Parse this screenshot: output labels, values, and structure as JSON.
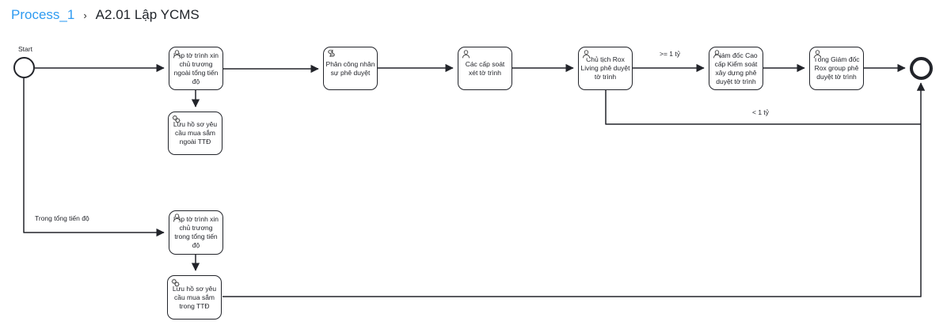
{
  "breadcrumb": {
    "process_link": "Process_1",
    "separator": "›",
    "current": "A2.01 Lập YCMS"
  },
  "diagram": {
    "start_event": {
      "label": "Start"
    },
    "tasks": [
      {
        "id": "lap-to-trinh-ngoai",
        "type": "user",
        "label": "Lập tờ trình xin chủ trương ngoài tổng tiến độ"
      },
      {
        "id": "luu-ho-so-ngoai",
        "type": "service",
        "label": "Lưu hồ sơ yêu cầu mua sắm ngoài TTĐ"
      },
      {
        "id": "phan-cong",
        "type": "script",
        "label": "Phân công nhân sự phê duyệt"
      },
      {
        "id": "cac-cap-soat-xet",
        "type": "user",
        "label": "Các cấp soát xét tờ trình"
      },
      {
        "id": "chu-tich-rox",
        "type": "user",
        "label": "Chủ tịch Rox Living phê duyệt tờ trình"
      },
      {
        "id": "giam-doc-cao-cap",
        "type": "user",
        "label": "Giám đốc Cao cấp Kiểm soát xây dựng phê duyệt tờ trình"
      },
      {
        "id": "tong-giam-doc",
        "type": "user",
        "label": "Tổng Giám đốc Rox group phê duyệt tờ trình"
      },
      {
        "id": "lap-to-trinh-trong",
        "type": "user",
        "label": "Lập tờ trình xin chủ trương trong tổng tiến độ"
      },
      {
        "id": "luu-ho-so-trong",
        "type": "service",
        "label": "Lưu hồ sơ yêu cầu mua sắm trong TTĐ"
      }
    ],
    "edge_labels": {
      "ge_1_ty": ">= 1 tỷ",
      "lt_1_ty": "< 1 tỷ",
      "trong_tong_tien_do": "Trong tổng tiến độ"
    },
    "colors": {
      "link_blue": "#2f9bf1",
      "stroke": "#22242a"
    }
  }
}
